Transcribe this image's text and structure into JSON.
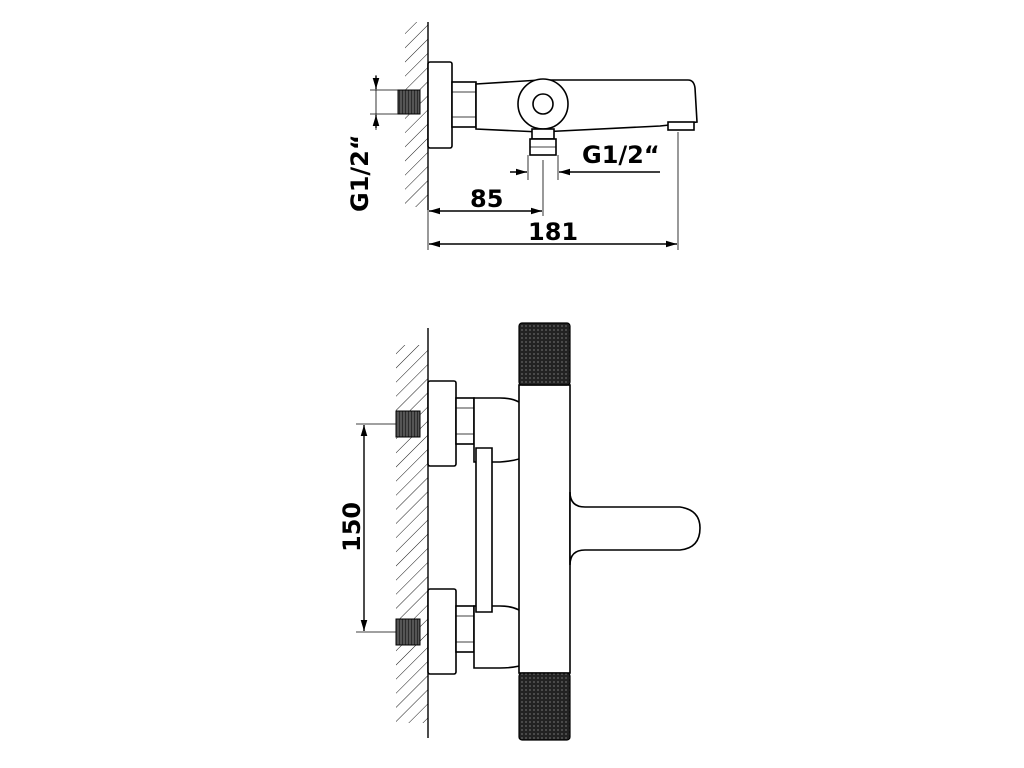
{
  "dimensions": {
    "inlet_thread_vertical": "G1/2“",
    "outlet_thread": "G1/2“",
    "offset_short": "85",
    "offset_long": "181",
    "center_distance": "150"
  }
}
